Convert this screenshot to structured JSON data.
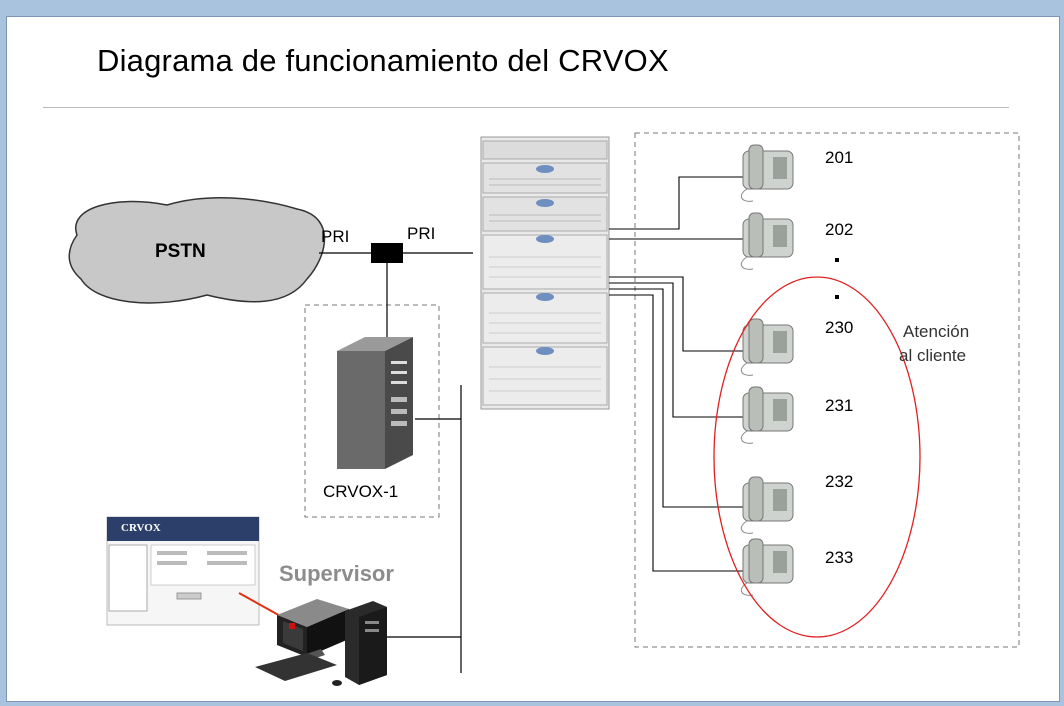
{
  "title": "Diagrama de funcionamiento del CRVOX",
  "nodes": {
    "pstn": "PSTN",
    "pri_left": "PRI",
    "pri_right": "PRI",
    "crvox_server": "CRVOX-1",
    "supervisor": "Supervisor",
    "attention_group_line1": "Atención",
    "attention_group_line2": "al cliente"
  },
  "extensions": [
    "201",
    "202",
    "230",
    "231",
    "232",
    "233"
  ],
  "screen_mockup": {
    "app_name": "CRVOX"
  },
  "colors": {
    "background": "#a9c3df",
    "ellipse": "#e02020",
    "cloud": "#c8c8c8",
    "pointer_line": "#e03010"
  }
}
